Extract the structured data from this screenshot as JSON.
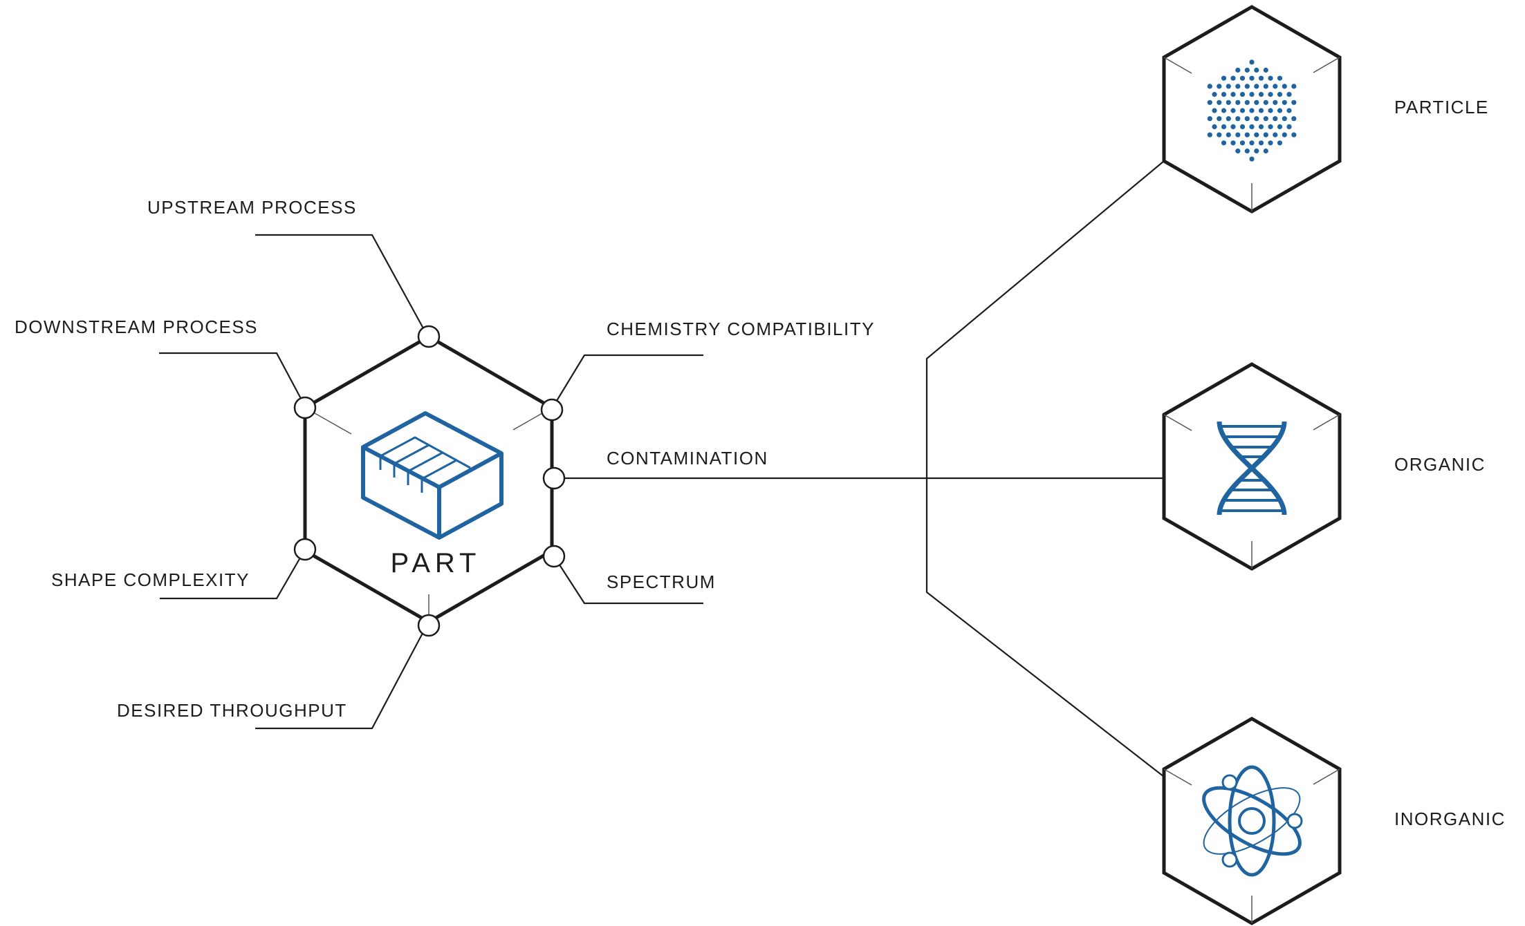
{
  "center": {
    "label": "PART",
    "icon": "part-box-icon"
  },
  "factors": [
    {
      "id": "upstream",
      "label": "UPSTREAM PROCESS"
    },
    {
      "id": "downstream",
      "label": "DOWNSTREAM PROCESS"
    },
    {
      "id": "chemistry",
      "label": "CHEMISTRY COMPATIBILITY"
    },
    {
      "id": "contamination",
      "label": "CONTAMINATION"
    },
    {
      "id": "shape",
      "label": "SHAPE COMPLEXITY"
    },
    {
      "id": "spectrum",
      "label": "SPECTRUM"
    },
    {
      "id": "throughput",
      "label": "DESIRED THROUGHPUT"
    }
  ],
  "contamination_types": [
    {
      "label": "PARTICLE",
      "icon": "particle-dots-icon"
    },
    {
      "label": "ORGANIC",
      "icon": "dna-helix-icon"
    },
    {
      "label": "INORGANIC",
      "icon": "atom-icon"
    }
  ],
  "colors": {
    "accent": "#1f64a0",
    "line": "#1c1c1c",
    "background": "#ffffff"
  }
}
